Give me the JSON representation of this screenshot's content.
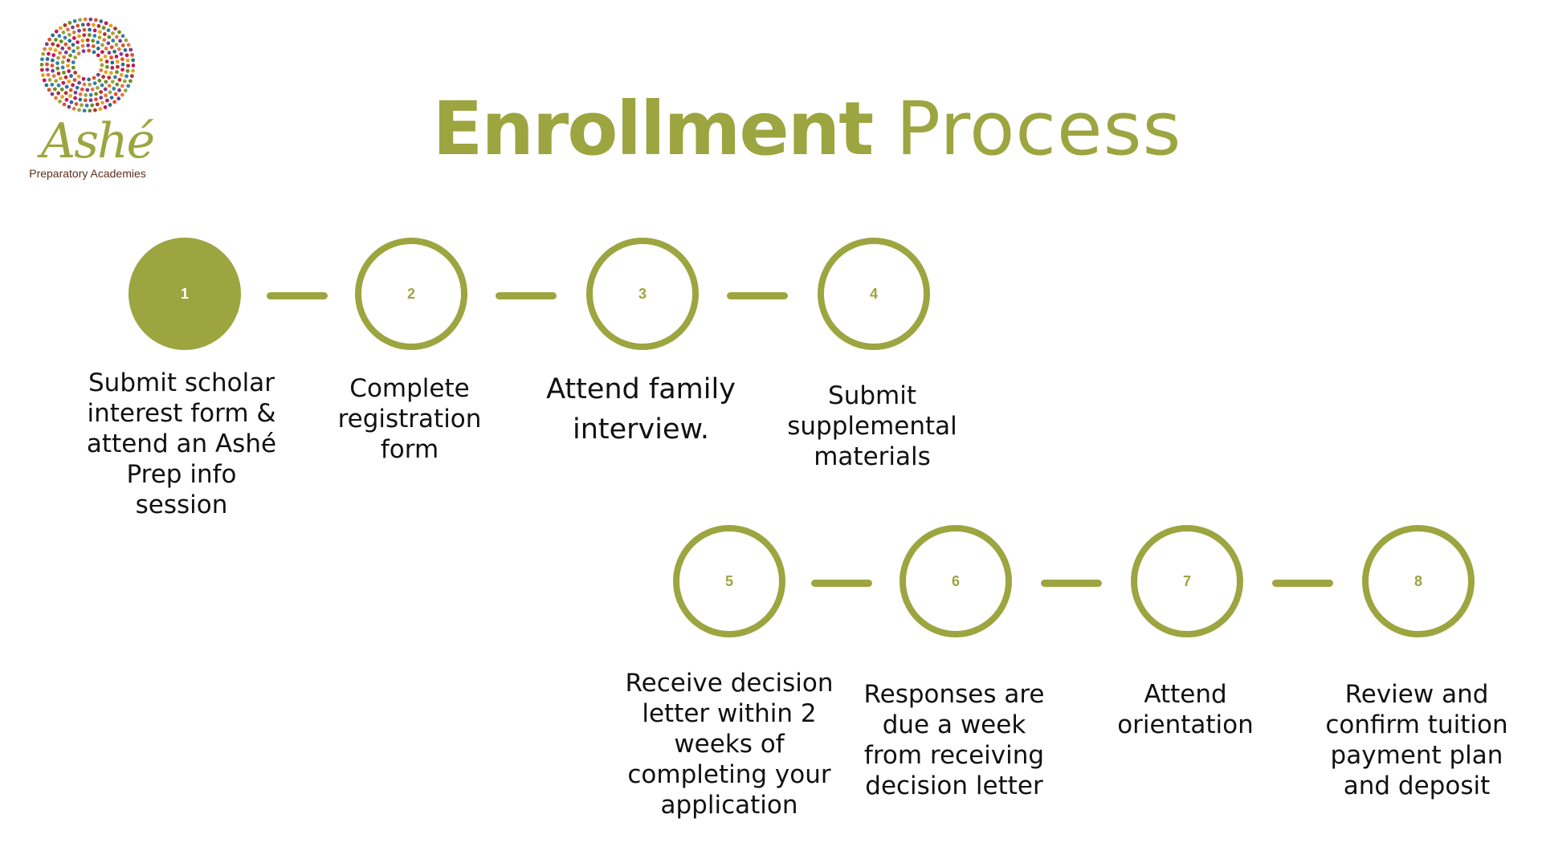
{
  "logo": {
    "name": "Ashé",
    "subtitle": "Preparatory Academies"
  },
  "title": {
    "bold": "Enrollment",
    "light": "Process"
  },
  "colors": {
    "accent": "#9ca53f",
    "text": "#111111"
  },
  "steps": [
    {
      "number": "1",
      "label": "Submit scholar interest form & attend an Ashé Prep info session",
      "filled": true
    },
    {
      "number": "2",
      "label": "Complete registration form",
      "filled": false
    },
    {
      "number": "3",
      "label": "Attend family interview.",
      "filled": false
    },
    {
      "number": "4",
      "label": "Submit supplemental materials",
      "filled": false
    },
    {
      "number": "5",
      "label": "Receive decision letter within 2 weeks of completing your application",
      "filled": false
    },
    {
      "number": "6",
      "label": "Responses are due a week from receiving decision letter",
      "filled": false
    },
    {
      "number": "7",
      "label": "Attend orientation",
      "filled": false
    },
    {
      "number": "8",
      "label": "Review and confirm tuition payment plan and deposit",
      "filled": false
    }
  ]
}
